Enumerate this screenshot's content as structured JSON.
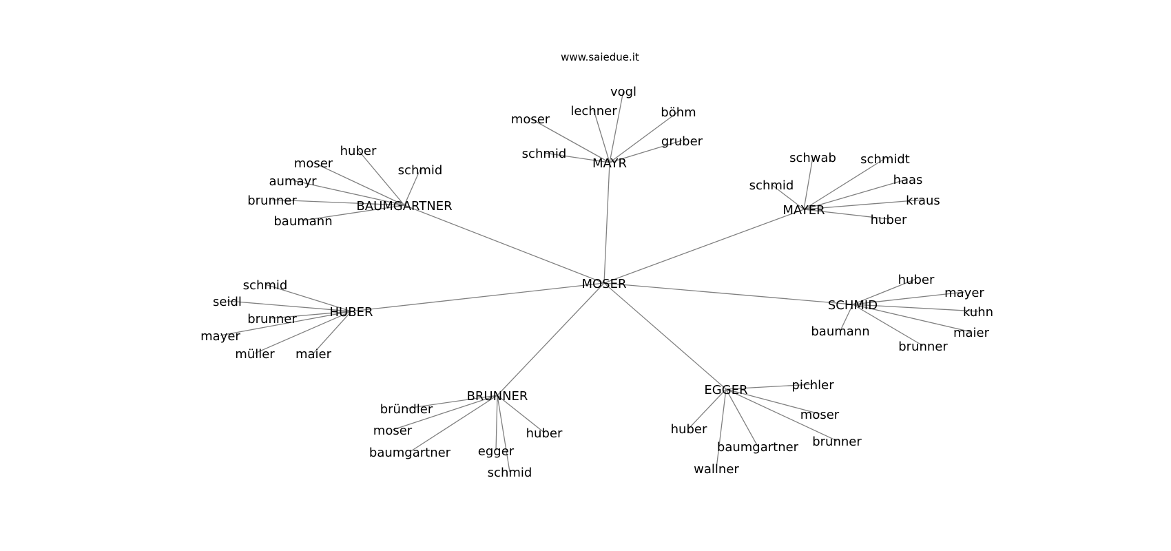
{
  "title": "www.saiedue.it",
  "graph": {
    "type": "star-tree",
    "edge_color": "#808080",
    "label_color": "#000000",
    "root": "MOSER",
    "groups": [
      {
        "name": "MAYR",
        "children": [
          "moser",
          "lechner",
          "vogl",
          "böhm",
          "gruber",
          "schmid"
        ]
      },
      {
        "name": "BAUMGARTNER",
        "children": [
          "huber",
          "moser",
          "schmid",
          "aumayr",
          "brunner",
          "baumann"
        ]
      },
      {
        "name": "MAYER",
        "children": [
          "schwab",
          "schmidt",
          "haas",
          "kraus",
          "huber",
          "schmid"
        ]
      },
      {
        "name": "HUBER",
        "children": [
          "schmid",
          "seidl",
          "brunner",
          "mayer",
          "müller",
          "maier"
        ]
      },
      {
        "name": "SCHMID",
        "children": [
          "huber",
          "mayer",
          "kuhn",
          "maier",
          "brunner",
          "baumann"
        ]
      },
      {
        "name": "BRUNNER",
        "children": [
          "bründler",
          "moser",
          "baumgartner",
          "egger",
          "schmid",
          "huber"
        ]
      },
      {
        "name": "EGGER",
        "children": [
          "pichler",
          "moser",
          "huber",
          "wallner",
          "baumgartner",
          "brunner"
        ]
      }
    ]
  }
}
